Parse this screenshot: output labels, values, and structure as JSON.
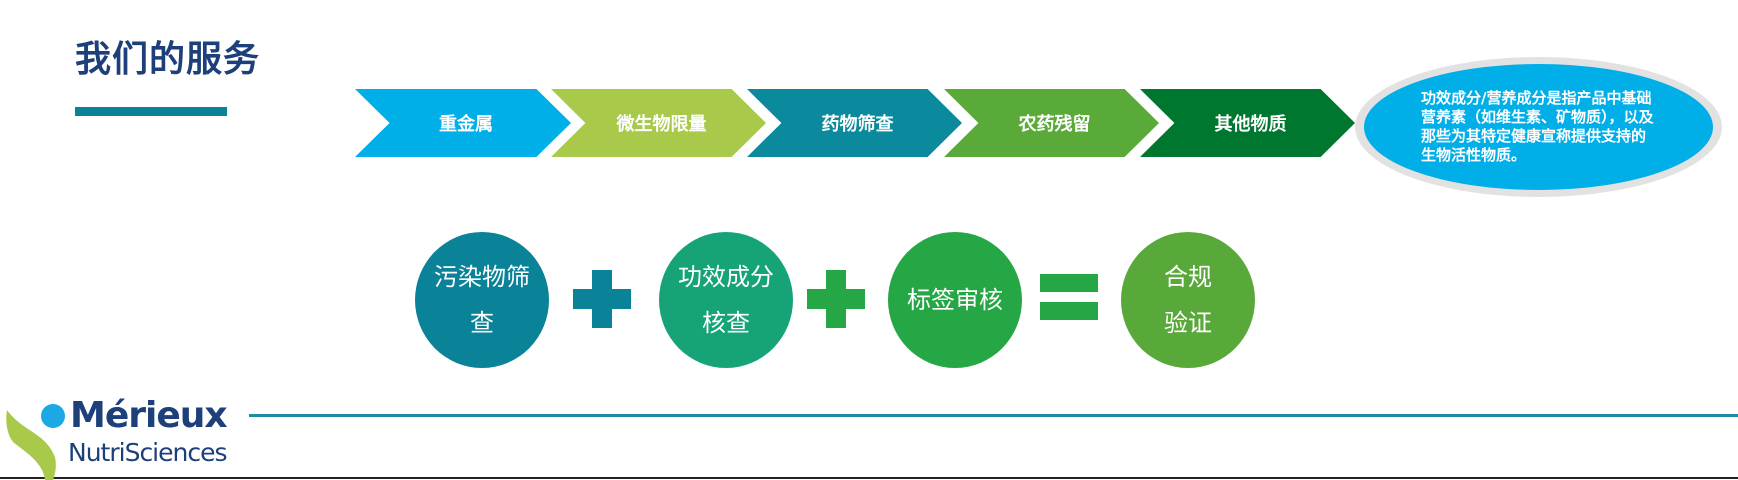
{
  "title": "我们的服务",
  "process_steps": [
    {
      "label": "重金属",
      "color": "#00aee8"
    },
    {
      "label": "微生物限量",
      "color": "#a8c94a"
    },
    {
      "label": "药物筛查",
      "color": "#0a8a9c"
    },
    {
      "label": "农药残留",
      "color": "#5aaa3a"
    },
    {
      "label": "其他物质",
      "color": "#00772e"
    }
  ],
  "callout": "功效成分/营养成分是指产品中基础营养素（如维生素、矿物质），以及那些为其特定健康宣称提供支持的生物活性物质。",
  "equation": {
    "terms": [
      {
        "label": "污染物筛查",
        "color": "#0a8398"
      },
      {
        "label": "功效成分核查",
        "color": "#16a378"
      },
      {
        "label": "标签审核",
        "color": "#25a745"
      }
    ],
    "result": {
      "label": "合规验证",
      "color": "#58a83a"
    }
  },
  "logo": {
    "line1": "Mérieux",
    "line2": "NutriSciences"
  }
}
